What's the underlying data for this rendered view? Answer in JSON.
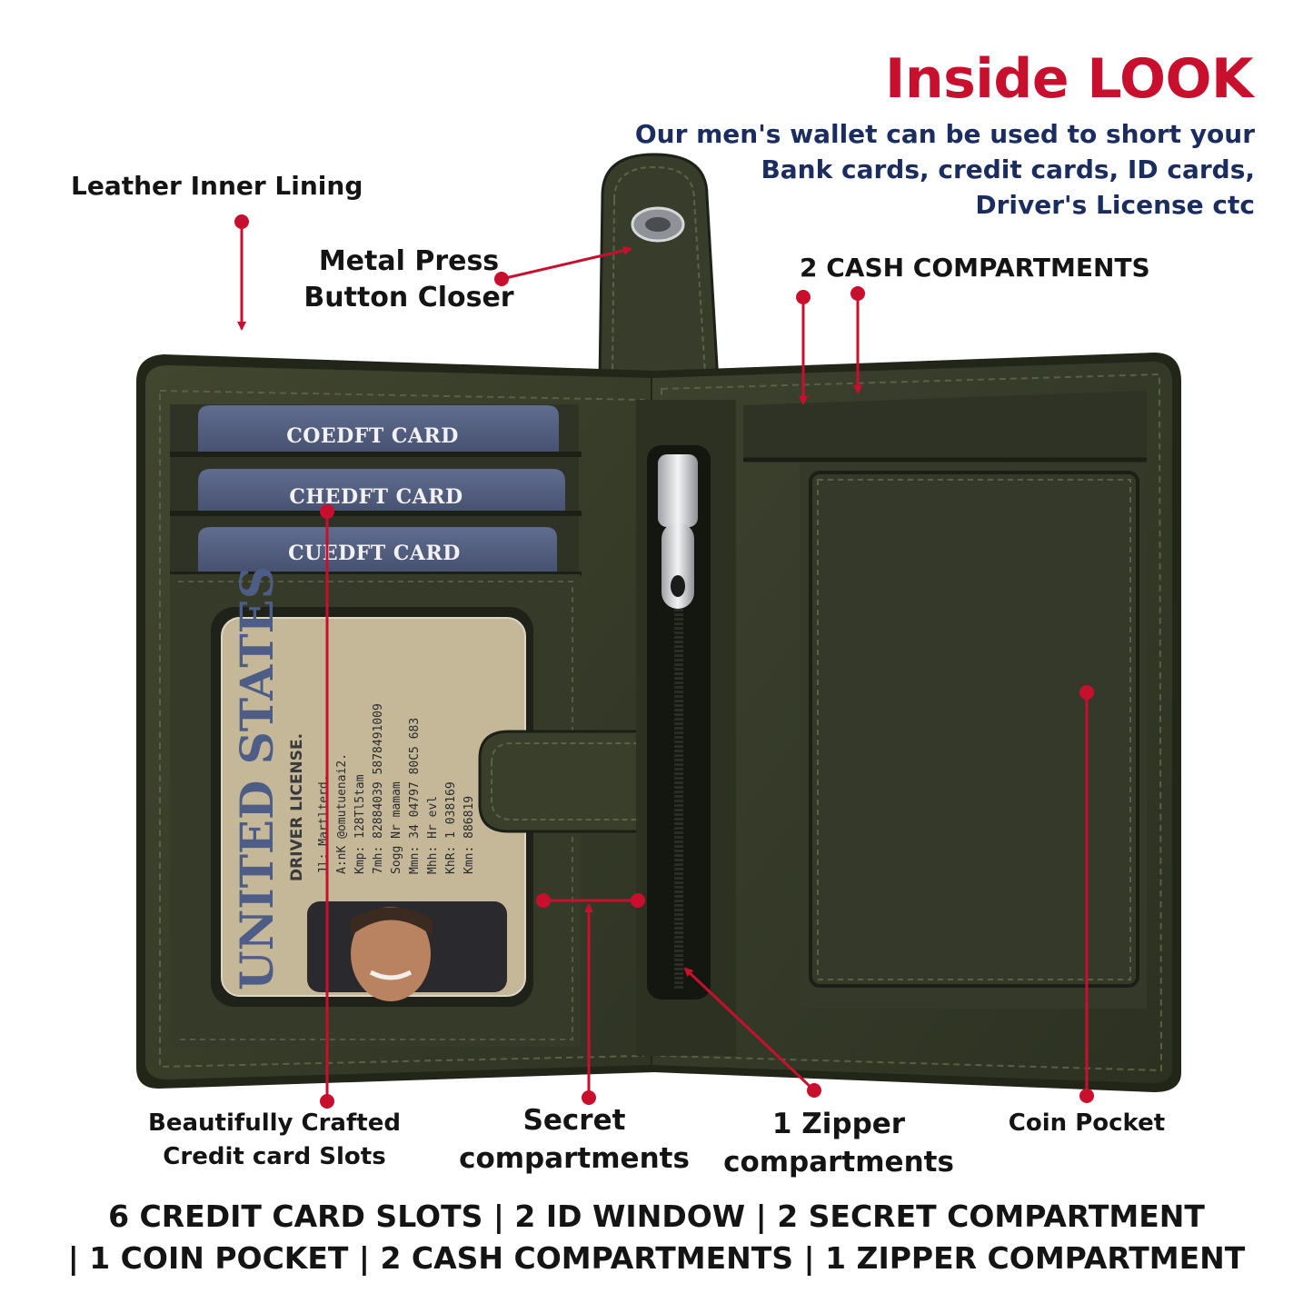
{
  "header": {
    "title": "Inside LOOK",
    "subtitle_lines": [
      "Our men's wallet can be used to short your",
      "Bank cards, credit cards, ID cards,",
      "Driver's License ctc"
    ]
  },
  "callouts": {
    "leather_lining": "Leather Inner Lining",
    "press_button": [
      "Metal Press",
      "Button Closer"
    ],
    "cash_compartments": "2 CASH COMPARTMENTS",
    "card_slots": [
      "Beautifully Crafted",
      "Credit card Slots"
    ],
    "secret": [
      "Secret",
      "compartments"
    ],
    "zipper": [
      "1 Zipper",
      "compartments"
    ],
    "coin_pocket": "Coin Pocket"
  },
  "cards": [
    "COEDFT CARD",
    "CHEDFT CARD",
    "CUEDFT CARD"
  ],
  "license": {
    "country": "UNITED STATES",
    "type": "DRIVER LICENSE.",
    "lines": [
      "Jl: Martlterd.",
      "A:nK @omutuenai2.",
      "Kmp: 128Tl5tam",
      "7mh: 82884039 5878491009",
      "Sogg Nr mamam",
      "Mmn: 34 04797 80C5 683",
      "Mhh: Hr   evl",
      "KhR: 1     038169",
      "Kmn:          886819"
    ]
  },
  "footer": {
    "line1": "6 CREDIT CARD SLOTS | 2 ID WINDOW | 2 SECRET COMPARTMENT",
    "line2": "| 1 COIN POCKET | 2 CASH COMPARTMENTS | 1 ZIPPER COMPARTMENT"
  },
  "colors": {
    "accent_red": "#c8102e",
    "navy": "#1b2d5e",
    "leather": "#3c4130",
    "card_blue": "#4e5a7a",
    "license_tan": "#c2b596"
  }
}
